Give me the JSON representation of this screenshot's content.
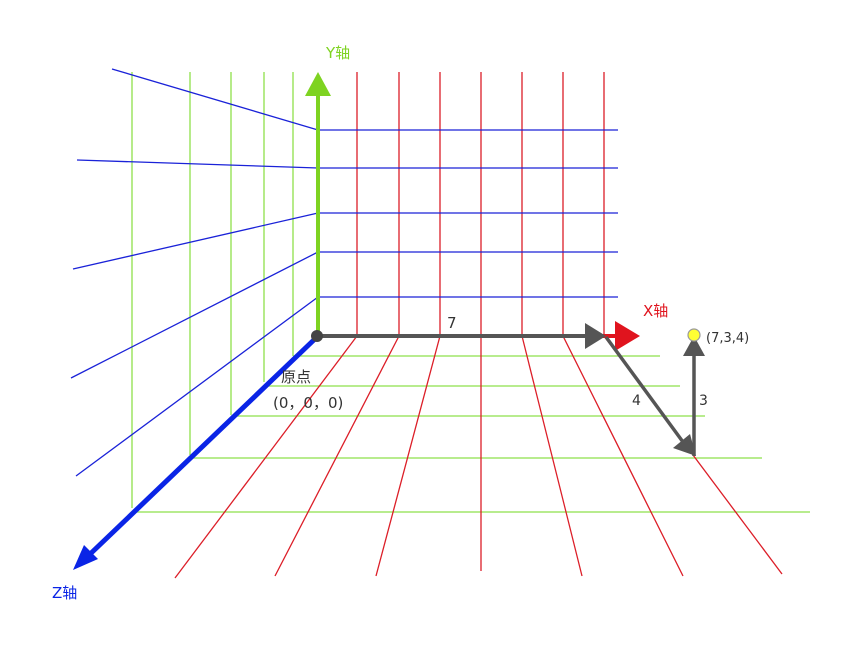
{
  "labels": {
    "y_axis": "Y轴",
    "x_axis": "X轴",
    "z_axis": "Z轴",
    "origin_name": "原点",
    "origin_coords": "(0，0，0)",
    "point_coords": "(7,3,4)",
    "x_distance": "7",
    "z_distance": "4",
    "y_distance": "3"
  },
  "colors": {
    "x_axis": "#e0141e",
    "y_axis": "#7ed321",
    "z_axis": "#0a24e6",
    "grid_xy": "#dc1e28",
    "grid_yz": "#8ee04a",
    "grid_blue": "#1a22d8",
    "path": "#555555",
    "point_fill": "#ffff33"
  }
}
